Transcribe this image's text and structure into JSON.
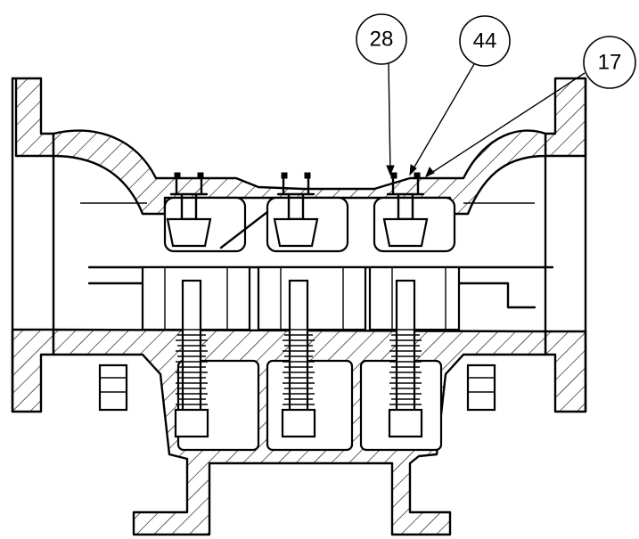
{
  "callouts": [
    {
      "id": "callout-28",
      "label": "28"
    },
    {
      "id": "callout-44",
      "label": "44"
    },
    {
      "id": "callout-17",
      "label": "17"
    }
  ],
  "colors": {
    "line": "#000000",
    "background": "#ffffff"
  }
}
